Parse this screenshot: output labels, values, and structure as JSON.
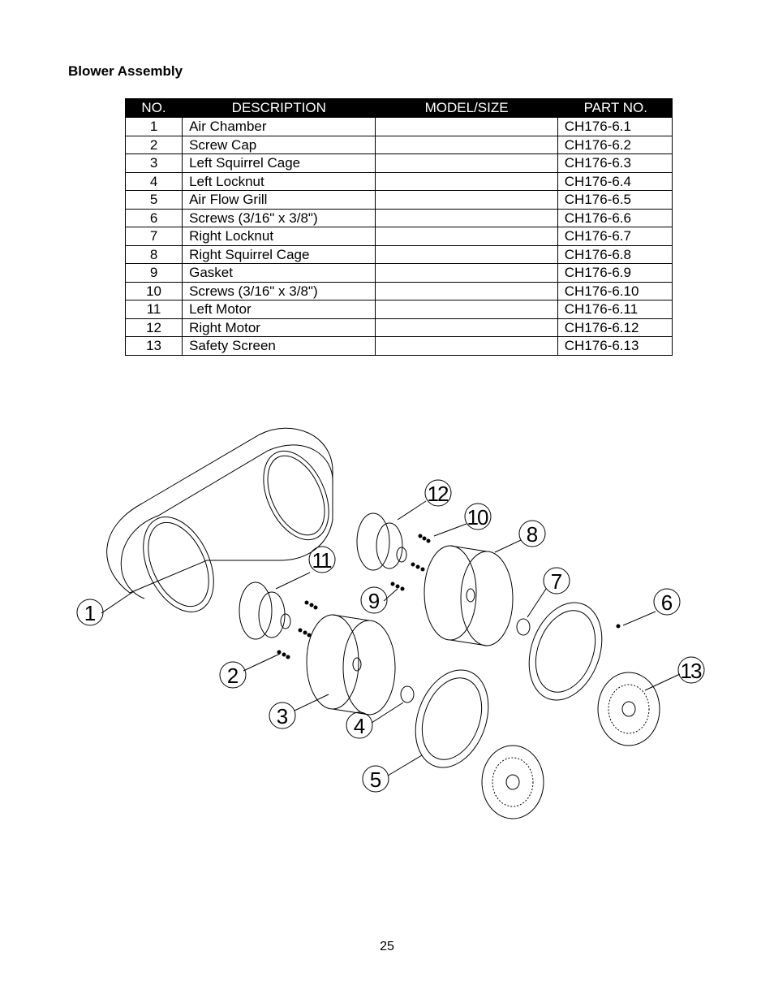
{
  "title": "Blower Assembly",
  "table": {
    "headers": [
      "NO.",
      "DESCRIPTION",
      "MODEL/SIZE",
      "PART NO."
    ],
    "rows": [
      {
        "no": "1",
        "description": "Air Chamber",
        "model": "",
        "part": "CH176-6.1"
      },
      {
        "no": "2",
        "description": "Screw Cap",
        "model": "",
        "part": "CH176-6.2"
      },
      {
        "no": "3",
        "description": "Left Squirrel Cage",
        "model": "",
        "part": "CH176-6.3"
      },
      {
        "no": "4",
        "description": "Left Locknut",
        "model": "",
        "part": "CH176-6.4"
      },
      {
        "no": "5",
        "description": "Air Flow Grill",
        "model": "",
        "part": "CH176-6.5"
      },
      {
        "no": "6",
        "description": "Screws (3/16\" x 3/8\")",
        "model": "",
        "part": "CH176-6.6"
      },
      {
        "no": "7",
        "description": "Right Locknut",
        "model": "",
        "part": "CH176-6.7"
      },
      {
        "no": "8",
        "description": "Right Squirrel Cage",
        "model": "",
        "part": "CH176-6.8"
      },
      {
        "no": "9",
        "description": "Gasket",
        "model": "",
        "part": "CH176-6.9"
      },
      {
        "no": "10",
        "description": "Screws (3/16\" x 3/8\")",
        "model": "",
        "part": "CH176-6.10"
      },
      {
        "no": "11",
        "description": "Left Motor",
        "model": "",
        "part": "CH176-6.11"
      },
      {
        "no": "12",
        "description": "Right Motor",
        "model": "",
        "part": "CH176-6.12"
      },
      {
        "no": "13",
        "description": "Safety Screen",
        "model": "",
        "part": "CH176-6.13"
      }
    ]
  },
  "diagram": {
    "callouts": [
      "1",
      "2",
      "3",
      "4",
      "5",
      "6",
      "7",
      "8",
      "9",
      "10",
      "11",
      "12",
      "13"
    ]
  },
  "page_number": "25"
}
